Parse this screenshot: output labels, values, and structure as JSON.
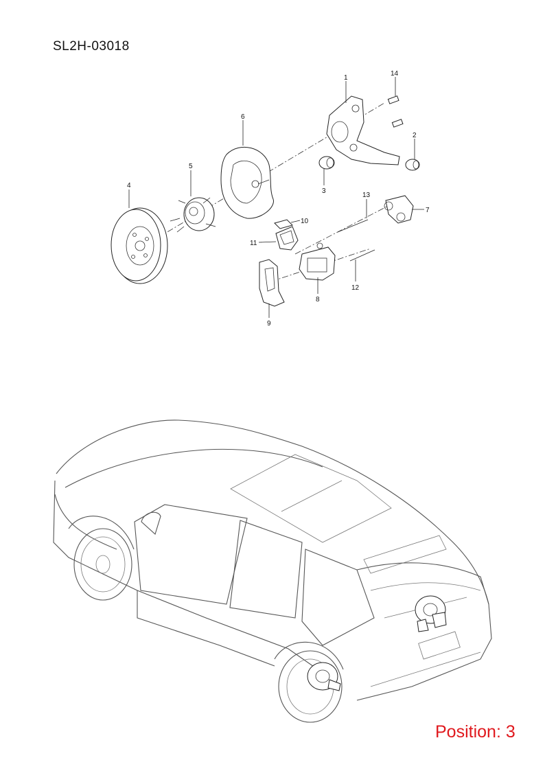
{
  "diagram_code": "SL2H-03018",
  "position_text": "Position: 3",
  "callouts": [
    "1",
    "2",
    "3",
    "4",
    "5",
    "6",
    "7",
    "8",
    "9",
    "10",
    "11",
    "12",
    "13",
    "14"
  ],
  "highlight_color": "#e0191e"
}
